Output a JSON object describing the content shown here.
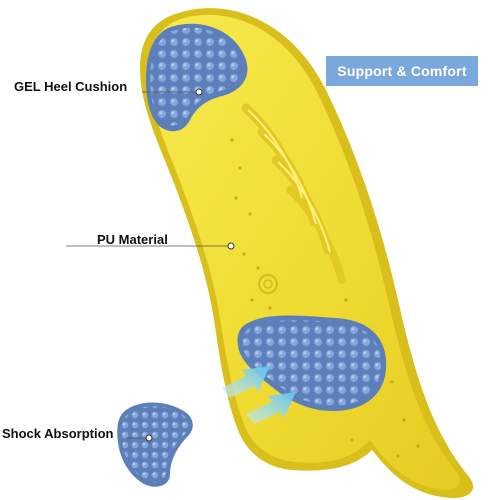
{
  "badge": {
    "text": "Support & Comfort",
    "color": "#7aa8dc"
  },
  "callouts": {
    "gel_heel": "GEL Heel Cushion",
    "pu_material": "PU Material",
    "shock_absorption": "Shock Absorption"
  },
  "colors": {
    "insole_yellow": "#f2e23a",
    "gel_blue": "#7c9fd6",
    "arrow_cyan": "#8fd6f0"
  },
  "icons": [
    "gel-heel-pad",
    "gel-forefoot-pad",
    "shock-absorption-arrow"
  ]
}
